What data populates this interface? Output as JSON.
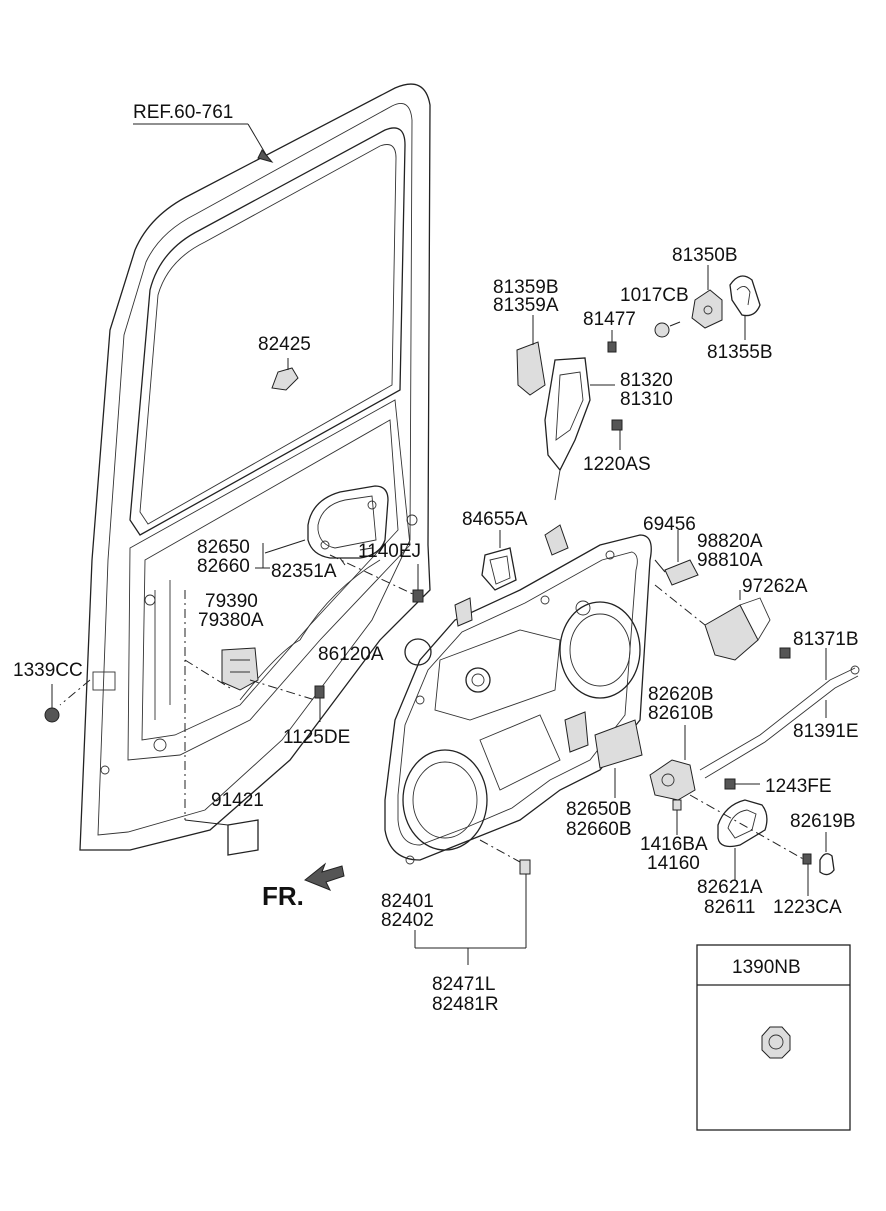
{
  "diagram": {
    "ref_label": "REF.60-761",
    "direction_label": "FR.",
    "inset_box_label": "1390NB",
    "part_labels": {
      "p82425": "82425",
      "p82650": "82650",
      "p82660": "82660",
      "p82351A": "82351A",
      "p1140EJ": "1140EJ",
      "p79390": "79390",
      "p79380A": "79380A",
      "p1339CC": "1339CC",
      "p1125DE": "1125DE",
      "p86120A": "86120A",
      "p91421": "91421",
      "p84655A": "84655A",
      "p81359B": "81359B",
      "p81359A": "81359A",
      "p81477": "81477",
      "p1017CB": "1017CB",
      "p81350B": "81350B",
      "p81355B": "81355B",
      "p81320": "81320",
      "p81310": "81310",
      "p1220AS": "1220AS",
      "p69456": "69456",
      "p98820A": "98820A",
      "p98810A": "98810A",
      "p97262A": "97262A",
      "p81371B": "81371B",
      "p81391E": "81391E",
      "p82620B": "82620B",
      "p82610B": "82610B",
      "p1243FE": "1243FE",
      "p82650B": "82650B",
      "p82660B": "82660B",
      "p1416BA": "1416BA",
      "p14160": "14160",
      "p82619B": "82619B",
      "p82621A": "82621A",
      "p82611": "82611",
      "p1223CA": "1223CA",
      "p82401": "82401",
      "p82402": "82402",
      "p82471L": "82471L",
      "p82481R": "82481R"
    }
  }
}
